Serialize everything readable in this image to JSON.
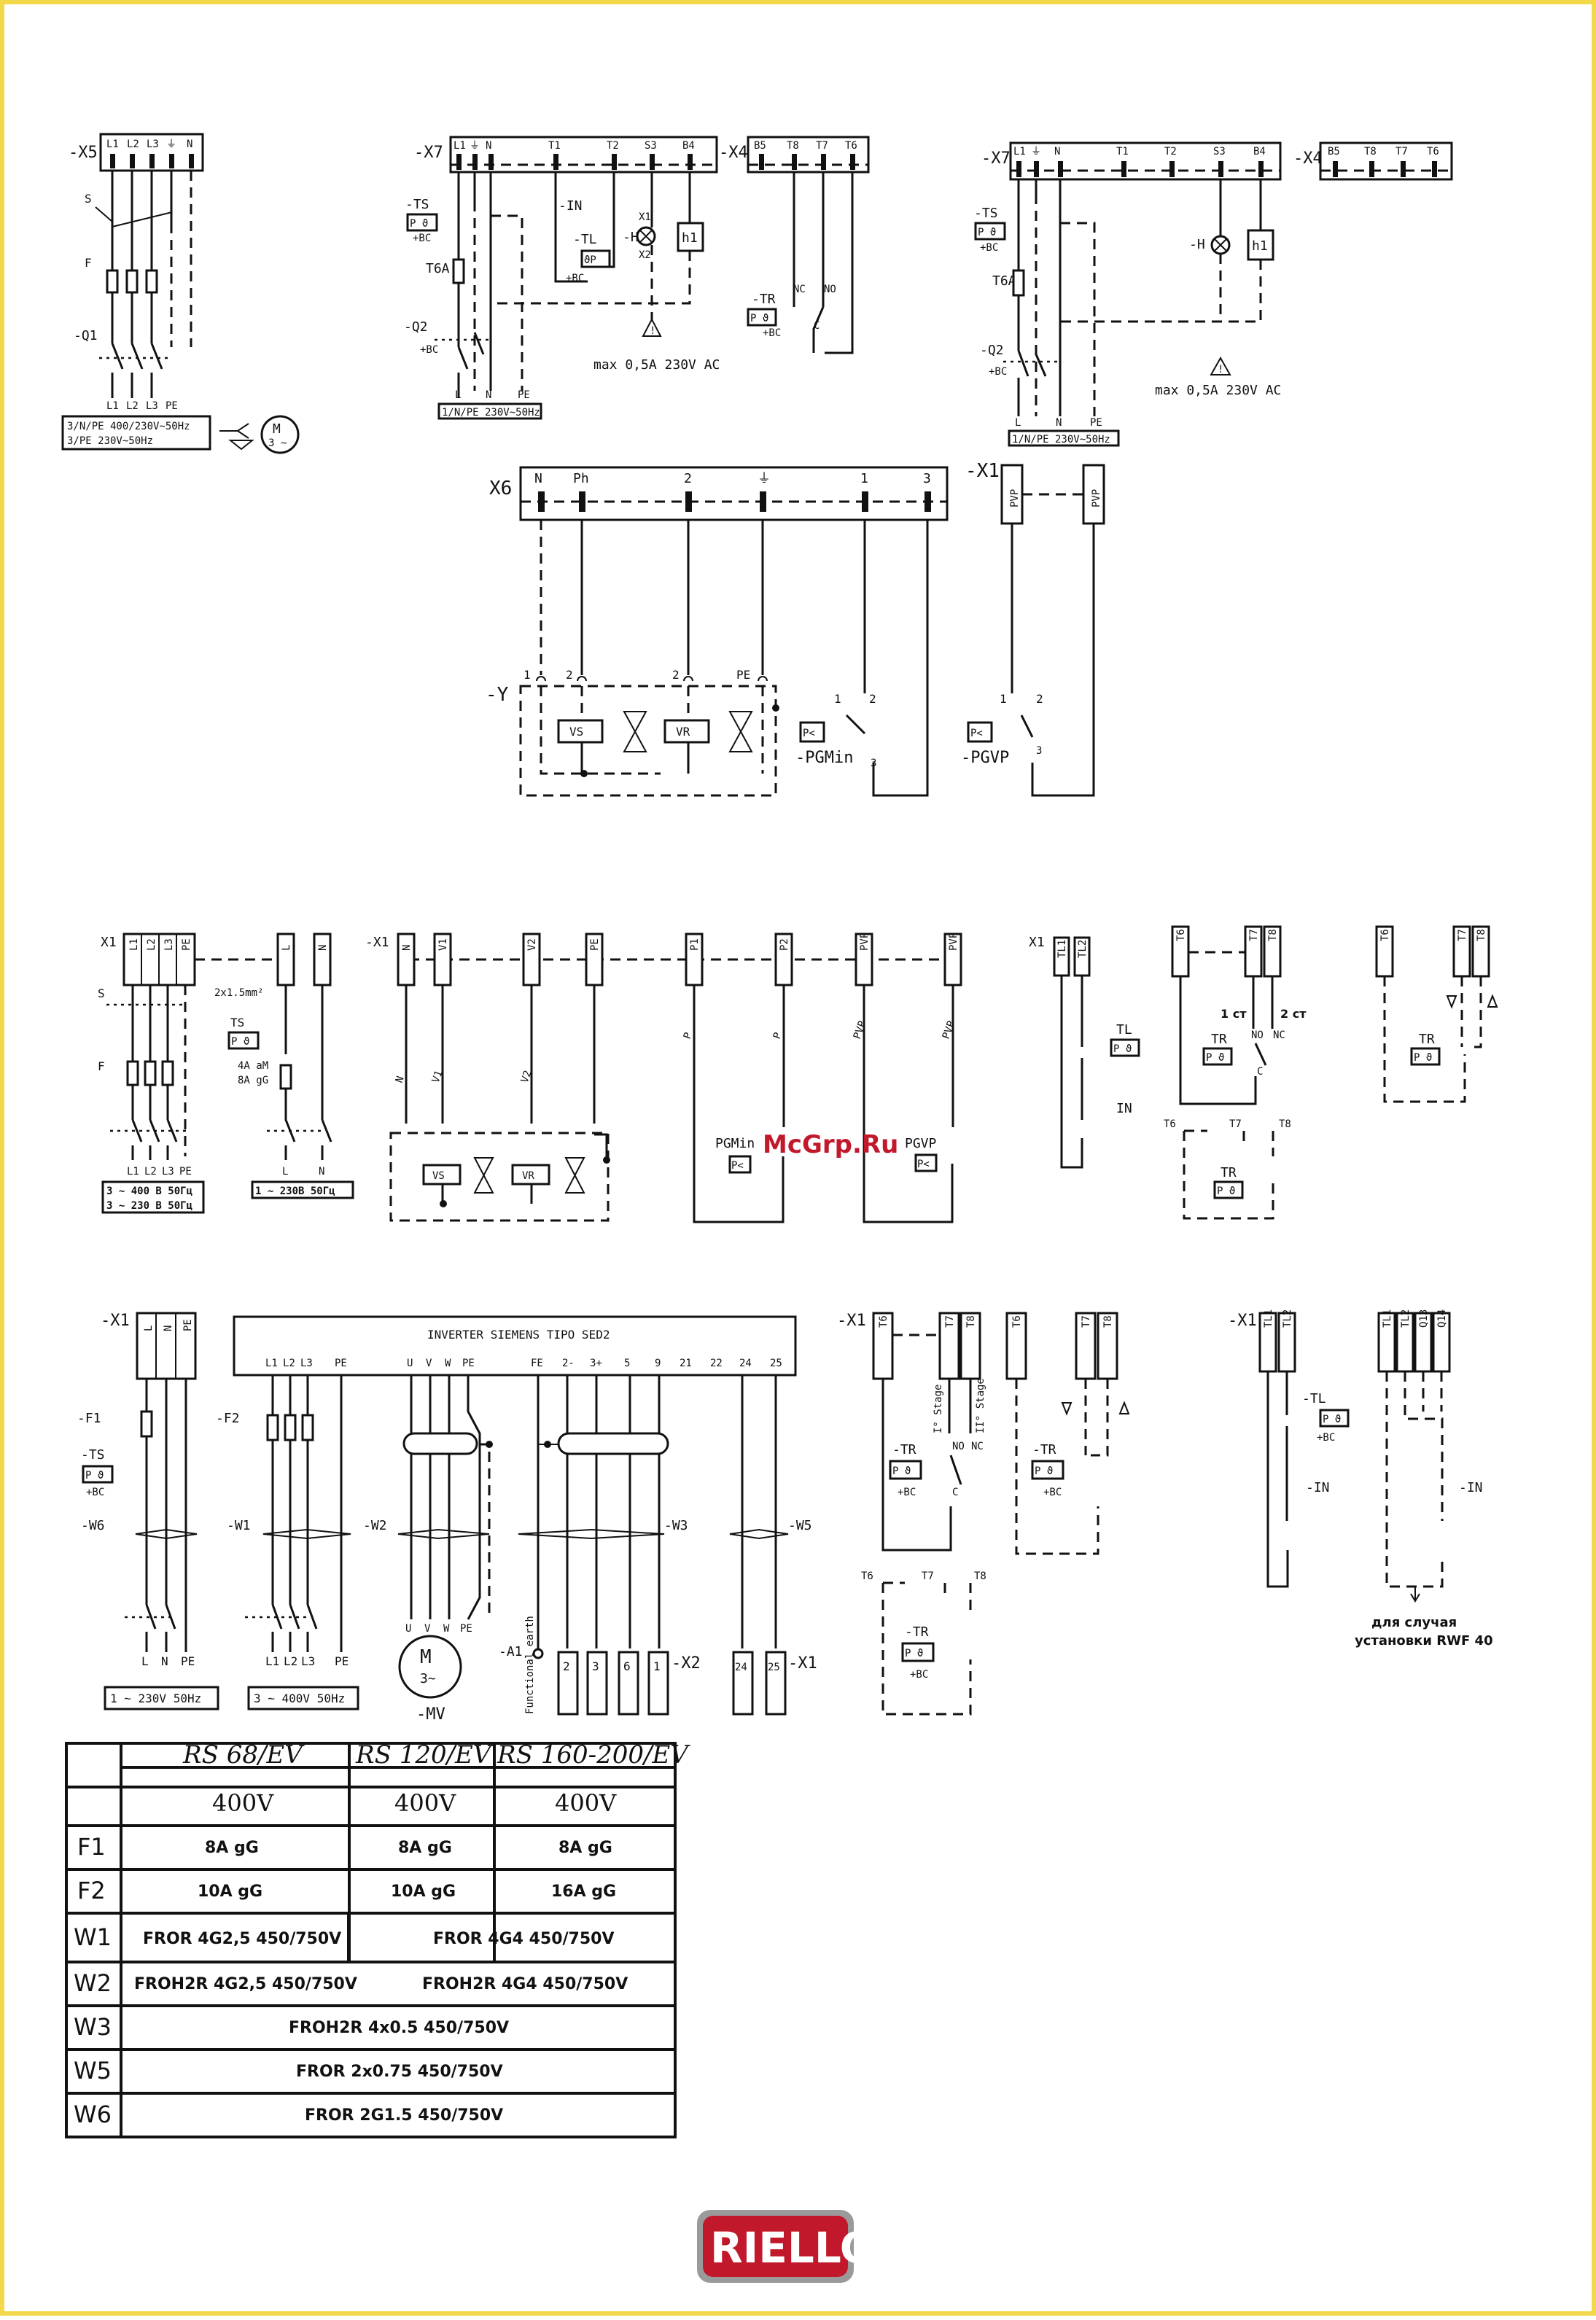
{
  "d1": {
    "terminal": "-X5",
    "pins": [
      "L1",
      "L2",
      "L3",
      "⏚",
      "N"
    ],
    "s": "S",
    "f": "F",
    "q": "-Q1",
    "bottom": [
      "L1",
      "L2",
      "L3",
      "PE"
    ],
    "supply": [
      "3/N/PE 400/230V~50Hz",
      "3/PE 230V~50Hz"
    ],
    "motor": "M",
    "motor_sub": "3 ~"
  },
  "d2": {
    "terminal": "-X7",
    "pins": [
      "L1",
      "⏚",
      "N",
      "T1",
      "T2",
      "S3",
      "B4"
    ],
    "ts": "-TS",
    "in": "-IN",
    "tl": "-TL",
    "h": "-H",
    "h1": "h1",
    "fuse": "T6A",
    "q": "-Q2",
    "bc": "+BC",
    "bottom": [
      "L",
      "N",
      "PE"
    ],
    "supply": "1/N/PE 230V~50Hz",
    "warn": "max 0,5A 230V AC",
    "x1": "X1",
    "x2": "X2"
  },
  "d3": {
    "terminal": "-X4",
    "pins": [
      "B5",
      "T8",
      "T7",
      "T6"
    ],
    "tr": "-TR",
    "nc": "NC",
    "no": "NO",
    "c": "C"
  },
  "d4": {
    "terminal": "-X7",
    "pins": [
      "L1",
      "⏚",
      "N",
      "T1",
      "T2",
      "S3",
      "B4"
    ],
    "ts": "-TS",
    "h": "-H",
    "h1": "h1",
    "fuse": "T6A",
    "q": "-Q2",
    "bc": "+BC",
    "bottom": [
      "L",
      "N",
      "PE"
    ],
    "supply": "1/N/PE 230V~50Hz",
    "warn": "max 0,5A 230V AC",
    "x4": "-X4",
    "x4pins": [
      "B5",
      "T8",
      "T7",
      "T6"
    ]
  },
  "d5": {
    "terminal": "X6",
    "pins": [
      "N",
      "Ph",
      "2",
      "⏚",
      "1",
      "3"
    ],
    "y": "-Y",
    "valves": [
      "VS",
      "VR"
    ],
    "pgmin": "-PGMin",
    "pgvp": "-PGVP",
    "pressure": "P<",
    "nums": [
      "1",
      "2",
      "3",
      "PE"
    ]
  },
  "d6": {
    "terminal": "-X1",
    "pins": [
      "PVP",
      "PVP"
    ]
  },
  "d7": {
    "terminal": "X1",
    "pins": [
      "L1",
      "L2",
      "L3",
      "PE"
    ],
    "lpins": [
      "L",
      "N"
    ],
    "s": "S",
    "f": "F",
    "ts": "TS",
    "cable": "2x1.5mm²",
    "fuse": [
      "4A aM",
      "8A gG"
    ],
    "bottom": [
      "L1",
      "L2",
      "L3",
      "PE"
    ],
    "bottom2": [
      "L",
      "N"
    ],
    "supply": [
      "3 ~ 400 В 50Гц",
      "3 ~ 230 В 50Гц"
    ],
    "supply2": "1 ~ 230В 50Гц"
  },
  "d8": {
    "terminal": "-X1",
    "pins": [
      "N",
      "V1",
      "V2",
      "PE",
      "P1",
      "P2",
      "PVP",
      "PVP"
    ],
    "wires": [
      "N",
      "V1",
      "V2",
      "P",
      "P",
      "PVP",
      "PVP"
    ],
    "valves": [
      "VS",
      "VR"
    ],
    "pgmin": "PGMin",
    "pgvp": "PGVP",
    "pressure": "P<"
  },
  "d9": {
    "terminal": "X1",
    "pins": [
      "TL1",
      "TL2"
    ],
    "tl": "TL",
    "in": "IN"
  },
  "d10": {
    "pins": [
      "T6",
      "T7",
      "T8"
    ],
    "stage1": "1 ст",
    "stage2": "2 ст",
    "tr": "TR",
    "no": "NO",
    "nc": "NC",
    "c": "C",
    "b_pins": [
      "T6",
      "T7",
      "T8"
    ]
  },
  "d11": {
    "terminal": "-X1",
    "pins": [
      "L",
      "N",
      "PE"
    ],
    "f1": "-F1",
    "ts": "-TS",
    "bc": "+BC",
    "w6": "-W6",
    "bottom": [
      "L",
      "N",
      "PE"
    ],
    "supply": "1 ~ 230V 50Hz"
  },
  "d12": {
    "title": "INVERTER SIEMENS TIPO SED2",
    "pins": [
      "L1",
      "L2",
      "L3",
      "PE",
      "U",
      "V",
      "W",
      "PE",
      "FE",
      "2-",
      "3+",
      "5",
      "9",
      "21",
      "22",
      "24",
      "25"
    ],
    "f2": "-F2",
    "w1": "-W1",
    "w2": "-W2",
    "w3": "-W3",
    "w5": "-W5",
    "bottom": [
      "L1",
      "L2",
      "L3",
      "PE"
    ],
    "supply": "3 ~ 400V 50Hz",
    "motor": "M",
    "motor_sub": "3~",
    "mv": "-MV",
    "motor_pins": [
      "U",
      "V",
      "W",
      "PE"
    ],
    "a1": "-A1",
    "func": "Functional earth",
    "x2": "-X2",
    "x2pins": [
      "2",
      "3",
      "6",
      "1"
    ],
    "x1": "-X1",
    "x1pins": [
      "24",
      "25"
    ]
  },
  "d13": {
    "terminal": "-X1",
    "pins": [
      "T6",
      "T7",
      "T8"
    ],
    "st1": "I° Stage",
    "st2": "II° Stage",
    "tr": "-TR",
    "bc": "+BC",
    "no": "NO",
    "nc": "NC",
    "c": "C",
    "b_pins": [
      "T6",
      "T7",
      "T8"
    ]
  },
  "d14": {
    "terminal": "-X1",
    "pins": [
      "TL1",
      "TL2"
    ],
    "pins2": [
      "TL1",
      "TL2",
      "Q13",
      "Q14"
    ],
    "tl": "-TL",
    "in": "-IN",
    "bc": "+BC",
    "note": [
      "для случая",
      "установки RWF 40"
    ]
  },
  "watermark": "McGrp.Ru",
  "table": {
    "headers": [
      "RS 68/EV",
      "RS 120/EV",
      "RS 160-200/EV"
    ],
    "voltages": [
      "400V",
      "400V",
      "400V"
    ],
    "rows": [
      {
        "label": "F1",
        "cells": [
          "8A gG",
          "8A gG",
          "8A gG"
        ]
      },
      {
        "label": "F2",
        "cells": [
          "10A gG",
          "10A gG",
          "16A gG"
        ]
      },
      {
        "label": "W1",
        "cells": [
          "FROR 4G2,5 450/750V",
          "FROR 4G4 450/750V"
        ]
      },
      {
        "label": "W2",
        "cells": [
          "FROH2R 4G2,5 450/750V",
          "FROH2R 4G4 450/750V"
        ]
      },
      {
        "label": "W3",
        "cells": [
          "FROH2R 4x0.5 450/750V"
        ]
      },
      {
        "label": "W5",
        "cells": [
          "FROR 2x0.75 450/750V"
        ]
      },
      {
        "label": "W6",
        "cells": [
          "FROR 2G1.5 450/750V"
        ]
      }
    ]
  },
  "logo": "RIELLO",
  "colors": {
    "border": "#f3d94a",
    "logo": "#c2182b",
    "watermark": "#c2182b"
  }
}
